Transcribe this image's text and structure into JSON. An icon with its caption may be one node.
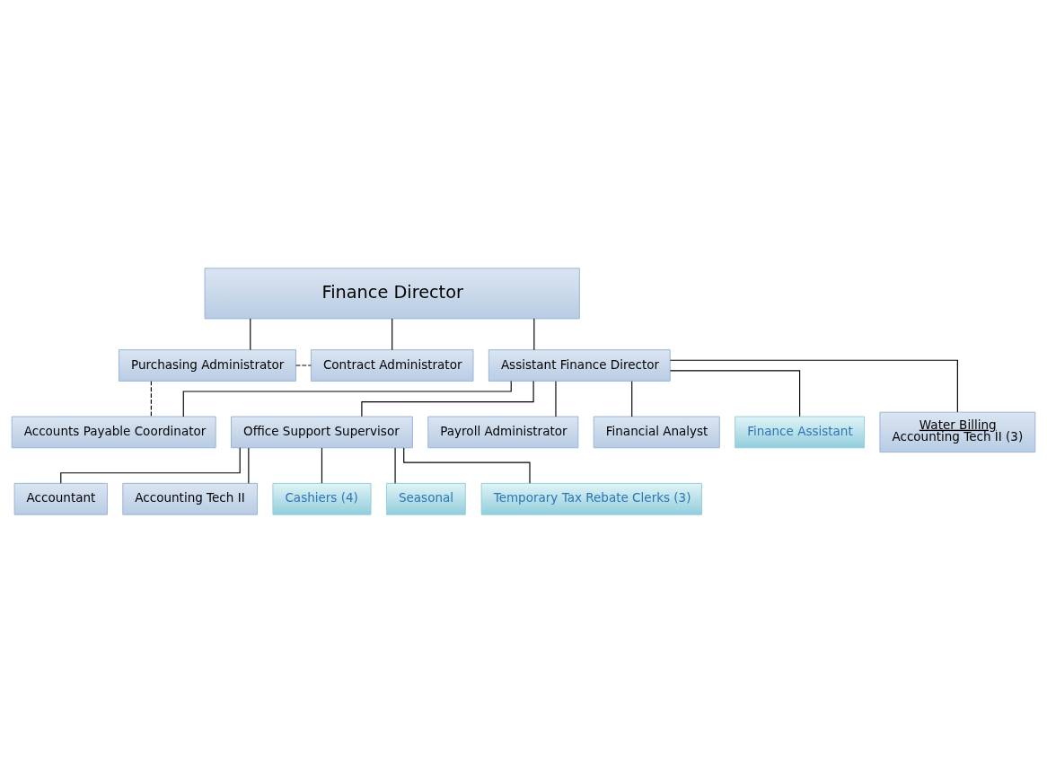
{
  "diagram": {
    "nodes": [
      {
        "text": [
          "Finance Director"
        ]
      },
      {
        "text": [
          "Purchasing Administrator"
        ]
      },
      {
        "text": [
          "Contract Administrator"
        ]
      },
      {
        "text": [
          "Assistant Finance Director"
        ]
      },
      {
        "text": [
          "Accounts Payable Coordinator"
        ]
      },
      {
        "text": [
          "Office Support Supervisor"
        ]
      },
      {
        "text": [
          "Payroll Administrator"
        ]
      },
      {
        "text": [
          "Financial Analyst"
        ]
      },
      {
        "text": [
          "Finance Assistant"
        ]
      },
      {
        "text": [
          "Water Billing",
          "Accounting Tech II (3)"
        ]
      },
      {
        "text": [
          "Accountant"
        ]
      },
      {
        "text": [
          "Accounting Tech II"
        ]
      },
      {
        "text": [
          "Cashiers (4)"
        ]
      },
      {
        "text": [
          "Seasonal"
        ]
      },
      {
        "text": [
          "Temporary Tax Rebate Clerks (3)"
        ]
      }
    ],
    "edges": [
      {
        "from": 0,
        "to": 1,
        "arrow": "none"
      },
      {
        "from": 0,
        "to": 2,
        "arrow": "none"
      },
      {
        "from": 0,
        "to": 3,
        "arrow": "none"
      },
      {
        "from": 1,
        "to": 2,
        "arrow": "none",
        "style": "dashed"
      },
      {
        "from": 1,
        "to": 4,
        "arrow": "none",
        "style": "dashed"
      },
      {
        "from": 3,
        "to": 4,
        "arrow": "none"
      },
      {
        "from": 3,
        "to": 5,
        "arrow": "none"
      },
      {
        "from": 3,
        "to": 6,
        "arrow": "none"
      },
      {
        "from": 3,
        "to": 7,
        "arrow": "none"
      },
      {
        "from": 3,
        "to": 8,
        "arrow": "none"
      },
      {
        "from": 3,
        "to": 9,
        "arrow": "none"
      },
      {
        "from": 5,
        "to": 10,
        "arrow": "none"
      },
      {
        "from": 5,
        "to": 11,
        "arrow": "none"
      },
      {
        "from": 5,
        "to": 12,
        "arrow": "none"
      },
      {
        "from": 5,
        "to": 13,
        "arrow": "none"
      },
      {
        "from": 5,
        "to": 14,
        "arrow": "none"
      }
    ]
  }
}
